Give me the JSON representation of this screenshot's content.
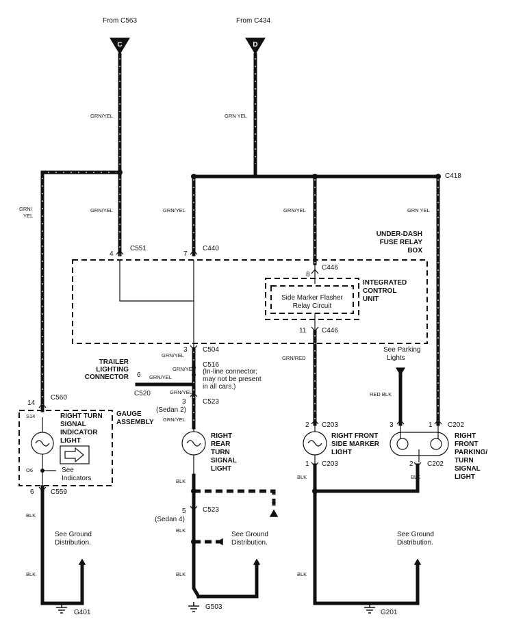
{
  "sources": {
    "c": {
      "from": "From C563",
      "letter": "C"
    },
    "d": {
      "from": "From C434",
      "letter": "D"
    }
  },
  "wire_colors": {
    "grn_yel_slash": "GRN/YEL",
    "grn_yel_space": "GRN YEL",
    "grn_yel_split_top": "GRN/",
    "grn_yel_split_bottom": "YEL",
    "grn_red": "GRN/RED",
    "red_blk": "RED BLK",
    "blk": "BLK"
  },
  "connectors": {
    "c418": "C418",
    "c551": "C551",
    "c551_pin": "4",
    "c440": "C440",
    "c440_pin": "7",
    "c446_top": "C446",
    "c446_top_pin": "8",
    "c446_bottom": "C446",
    "c446_bottom_pin": "11",
    "c504": "C504",
    "c504_pin": "3",
    "c516": "C516",
    "c516_note_1": "(In-line connector;",
    "c516_note_2": "may not be present",
    "c516_note_3": "in all cars.)",
    "c520": "C520",
    "c520_pin": "6",
    "c523_top": "C523",
    "c523_top_pin": "3",
    "sedan2": "(Sedan 2)",
    "c523_bottom": "C523",
    "c523_bottom_pin": "5",
    "sedan4": "(Sedan 4)",
    "c560": "C560",
    "c560_pin": "14",
    "c559": "C559",
    "c559_pin": "6",
    "s14": "S14",
    "o6": "O6",
    "c203_top": "C203",
    "c203_top_pin": "2",
    "c203_bottom": "C203",
    "c203_bottom_pin": "1",
    "c202_top": "C202",
    "c202_pin3": "3",
    "c202_pin1": "1",
    "c202_bottom": "C202",
    "c202_bottom_pin": "2"
  },
  "boxes": {
    "fuse_box": [
      "UNDER-DASH",
      "FUSE RELAY",
      "BOX"
    ],
    "icu": [
      "INTEGRATED",
      "CONTROL",
      "UNIT"
    ],
    "flasher": [
      "Side Marker Flasher",
      "Relay Circuit"
    ],
    "gauge": [
      "GAUGE",
      "ASSEMBLY"
    ],
    "trailer": [
      "TRAILER",
      "LIGHTING",
      "CONNECTOR"
    ]
  },
  "components": {
    "indicator": [
      "RIGHT TURN",
      "SIGNAL",
      "INDICATOR",
      "LIGHT"
    ],
    "see_indicators": [
      "See",
      "Indicators"
    ],
    "rear_turn": [
      "RIGHT",
      "REAR",
      "TURN",
      "SIGNAL",
      "LIGHT"
    ],
    "side_marker": [
      "RIGHT FRONT",
      "SIDE MARKER",
      "LIGHT"
    ],
    "parking": [
      "RIGHT",
      "FRONT",
      "PARKING/",
      "TURN",
      "SIGNAL",
      "LIGHT"
    ],
    "see_parking": [
      "See Parking",
      "Lights"
    ]
  },
  "grounds": {
    "see_ground": [
      "See Ground",
      "Distribution."
    ],
    "g401": "G401",
    "g503": "G503",
    "g201": "G201"
  }
}
